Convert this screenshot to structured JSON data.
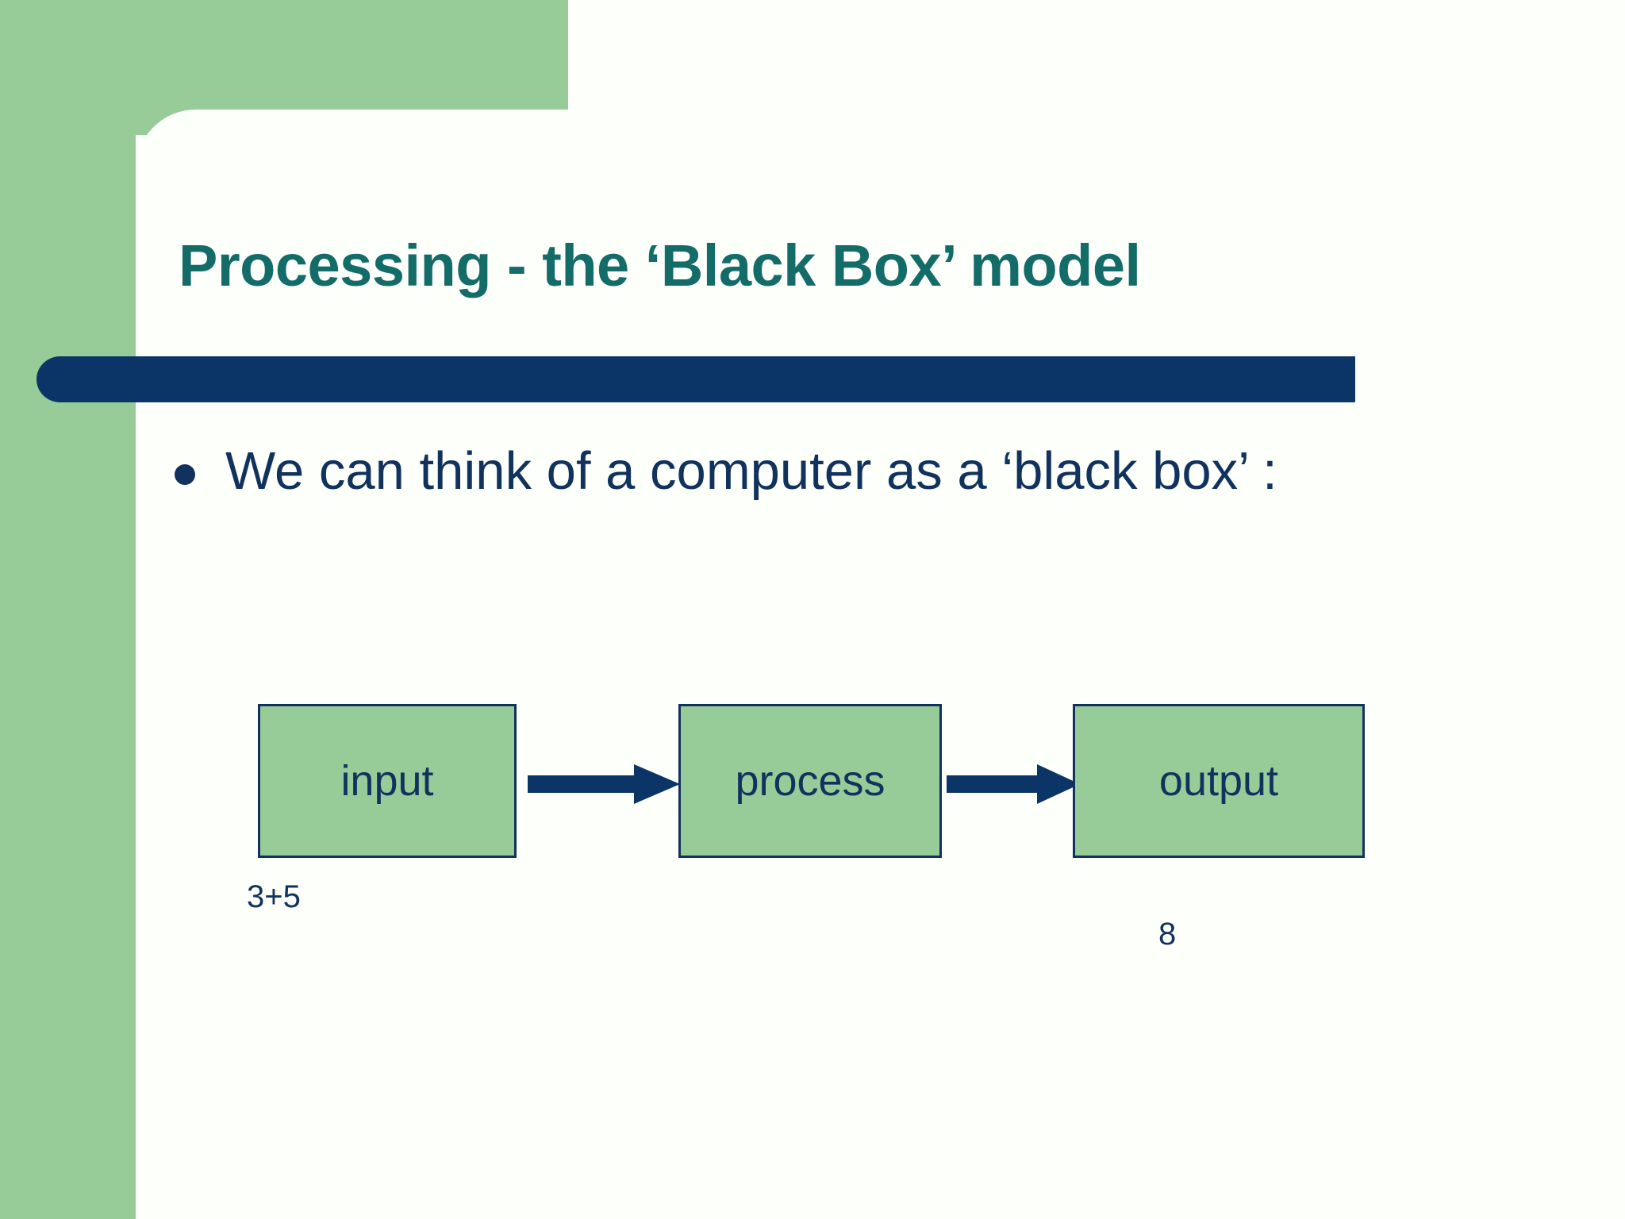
{
  "slide": {
    "title": "Processing - the ‘Black Box’ model",
    "bullets": [
      "We can think of a computer as a ‘black box’ :"
    ],
    "diagram": {
      "boxes": [
        {
          "label": "input"
        },
        {
          "label": "process"
        },
        {
          "label": "output"
        }
      ],
      "arrows": [
        {
          "name": "arrow-input-to-process"
        },
        {
          "name": "arrow-process-to-output"
        }
      ],
      "annotations": [
        {
          "name": "input-example",
          "text": "3+5"
        },
        {
          "name": "output-example",
          "text": "8"
        }
      ]
    },
    "colors": {
      "accent_green": "#97CB98",
      "title_teal": "#136C68",
      "navy": "#12325E",
      "navy_bar": "#0A3566",
      "panel_white": "#FDFFFB"
    }
  }
}
